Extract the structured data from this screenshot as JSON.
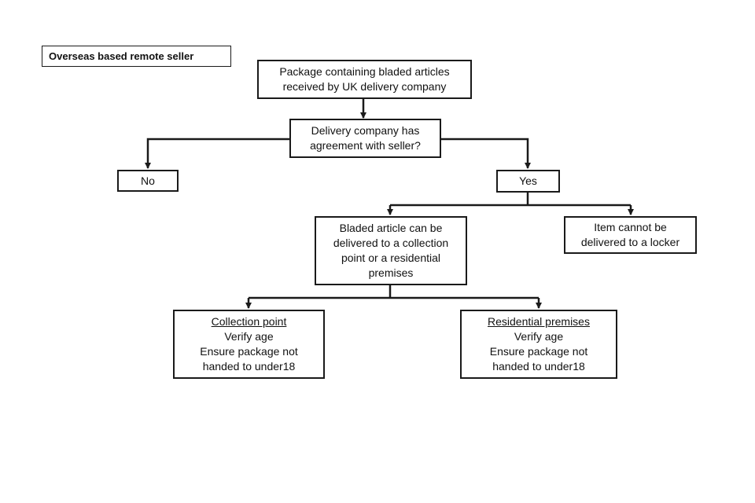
{
  "title": "Overseas based remote seller",
  "nodes": {
    "start": {
      "lines": [
        "Package containing bladed articles",
        "received by UK delivery company"
      ]
    },
    "question": {
      "lines": [
        "Delivery company has",
        "agreement with seller?"
      ]
    },
    "no": {
      "lines": [
        "No"
      ]
    },
    "yes": {
      "lines": [
        "Yes"
      ]
    },
    "delivery": {
      "lines": [
        "Bladed article can be",
        "delivered to a collection",
        "point or a residential",
        "premises"
      ]
    },
    "locker": {
      "lines": [
        "Item cannot be",
        "delivered to a locker"
      ]
    },
    "collection": {
      "heading": "Collection point",
      "lines": [
        "Verify age",
        "Ensure package not",
        "handed to under18"
      ]
    },
    "residential": {
      "heading": "Residential premises",
      "lines": [
        "Verify age",
        "Ensure package not",
        "handed to under18"
      ]
    }
  },
  "colors": {
    "line": "#1a1a1a",
    "box_border": "#1a1a1a",
    "background": "#ffffff"
  }
}
